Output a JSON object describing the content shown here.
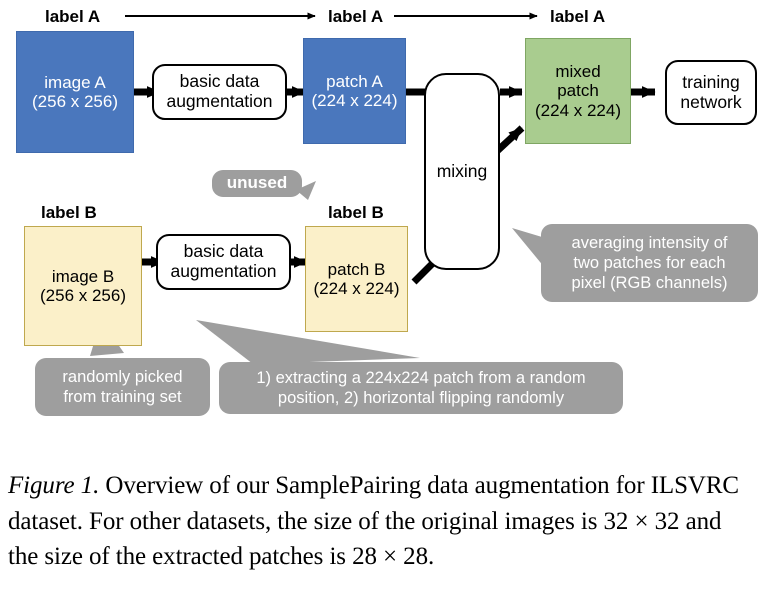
{
  "figure": {
    "flow_labels": [
      {
        "text": "label A",
        "name": "flow-label-a-1"
      },
      {
        "text": "label A",
        "name": "flow-label-a-2"
      },
      {
        "text": "label A",
        "name": "flow-label-a-3"
      },
      {
        "text": "label B",
        "name": "flow-label-b-1"
      },
      {
        "text": "label B",
        "name": "flow-label-b-2"
      }
    ],
    "nodes": {
      "image_a": {
        "line1": "image A",
        "line2": "(256 x 256)"
      },
      "image_b": {
        "line1": "image B",
        "line2": "(256 x 256)"
      },
      "patch_a": {
        "line1": "patch A",
        "line2": "(224 x 224)"
      },
      "patch_b": {
        "line1": "patch B",
        "line2": "(224 x 224)"
      },
      "mixed_patch": {
        "line1": "mixed",
        "line2": "patch",
        "line3": "(224 x 224)"
      },
      "aug_a": {
        "line1": "basic data",
        "line2": "augmentation"
      },
      "aug_b": {
        "line1": "basic data",
        "line2": "augmentation"
      },
      "mixing": {
        "line1": "mixing"
      },
      "training_network": {
        "line1": "training",
        "line2": "network"
      }
    },
    "callouts": {
      "unused": {
        "line1": "unused"
      },
      "averaging": {
        "line1": "averaging intensity of",
        "line2": "two patches for each",
        "line3": "pixel (RGB channels)"
      },
      "randomly_picked": {
        "line1": "randomly picked",
        "line2": "from training set"
      },
      "extracting": {
        "line1": "1) extracting a 224x224 patch from a random",
        "line2": "position, 2) horizontal flipping randomly"
      }
    },
    "colors": {
      "blue_box": "#4a77bd",
      "yellow_box": "#fbf0c9",
      "green_box": "#a9cc8f",
      "callout_gray": "#9e9e9e",
      "arrow_black": "#000000"
    }
  },
  "caption": {
    "figure_label": "Figure 1.",
    "text": " Overview of our SamplePairing data augmentation for ILSVRC dataset. For other datasets, the size of the original images is 32 × 32 and the size of the extracted patches is 28 × 28."
  }
}
